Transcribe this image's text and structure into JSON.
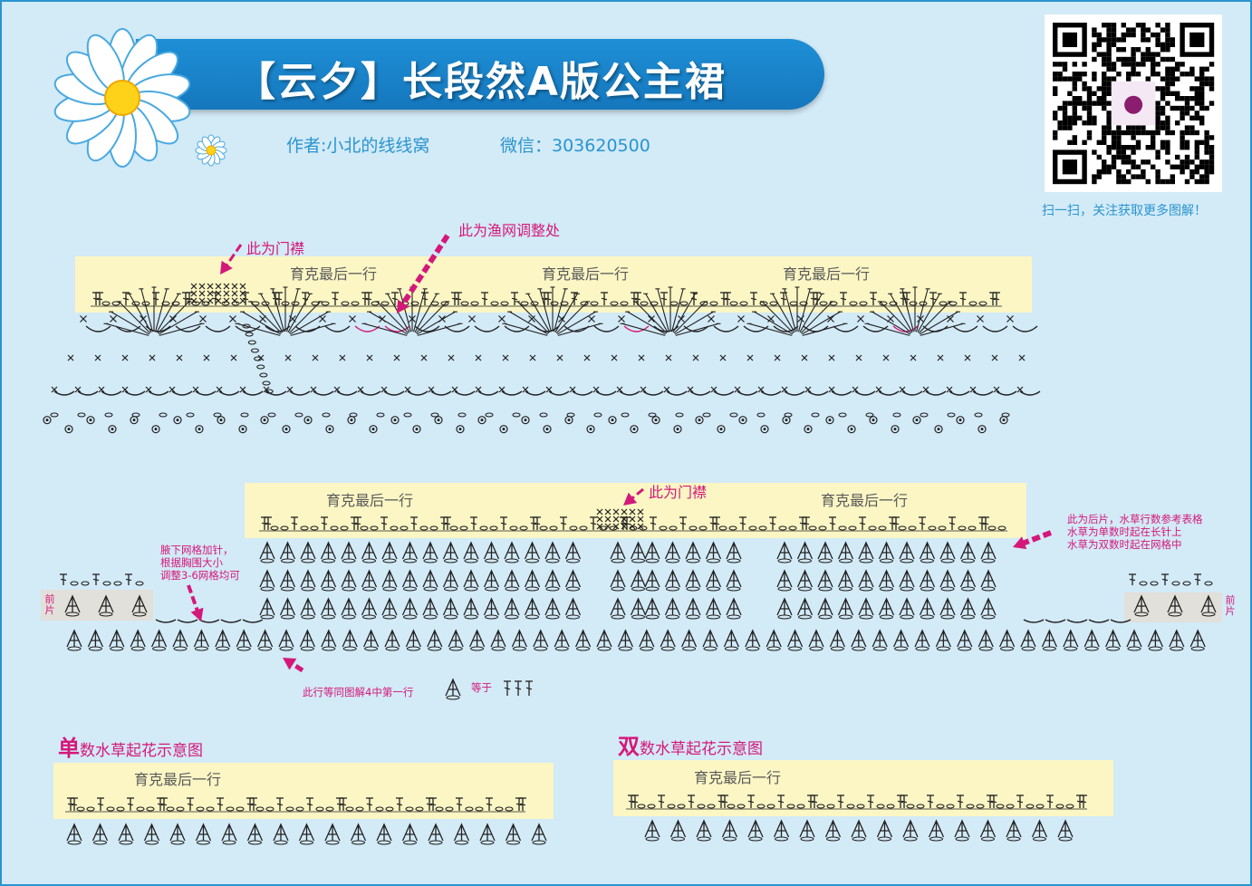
{
  "header": {
    "title": "【云夕】长段然A版公主裙",
    "author": "作者:小北的线线窝",
    "wechat": "微信：303620500",
    "scan_caption": "扫一扫，关注获取更多图解！"
  },
  "labels": {
    "yoke_last_row": "育克最后一行",
    "placket": "此为门襟",
    "fishnet_adjust": "此为渔网调整处",
    "back_panel_note": [
      "此为后片，水草行数参考表格",
      "水草为单数时起在长针上",
      "水草为双数时起在网格中"
    ],
    "underarm_note": [
      "腋下网格加针，",
      "根据胸围大小",
      "调整3-6网格均可"
    ],
    "row_equals_note": "此行等同图解4中第一行",
    "equals": "等于",
    "front_panel": "前片",
    "odd_title_big": "单",
    "odd_title_rest": "数水草起花示意图",
    "even_title_big": "双",
    "even_title_rest": "数水草起花示意图"
  },
  "colors": {
    "accent": "#d4187a",
    "brand_blue": "#1a85cc",
    "band": "#fbf6c4",
    "background": "#d3eaf7",
    "stitch": "#222222"
  },
  "icons": [
    "daisy-logo-icon",
    "small-daisy-icon",
    "qr-code-icon",
    "arrow-icon"
  ]
}
